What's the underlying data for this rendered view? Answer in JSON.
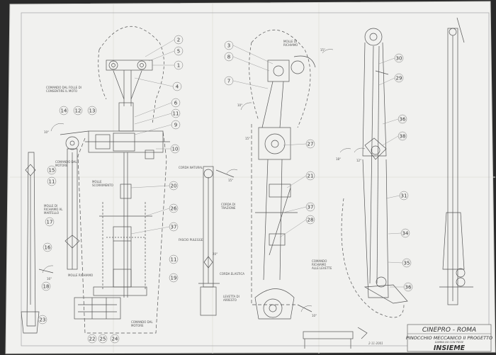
{
  "title_block": {
    "company": "CINEPRO - ROMA",
    "line1": "PINOCCHIO MECCANICO II PROGETTO",
    "line2": "GAMBA DX CON PIEDE",
    "line3": "INSIEME",
    "signature": "2-11-2001"
  },
  "callouts": {
    "c2": "2",
    "c5": "5",
    "c1": "1",
    "c4": "4",
    "c6": "6",
    "c11": "11",
    "c9": "9",
    "c10": "10",
    "c20": "20",
    "c26": "26",
    "c37": "37",
    "c14": "14",
    "c12a": "12",
    "c13": "13",
    "c15": "15",
    "c11b": "11",
    "c17": "17",
    "c16": "16",
    "c18": "18",
    "c23": "23",
    "c22": "22",
    "c25": "25",
    "c24": "24",
    "c11c": "11",
    "c19": "19",
    "c3": "3",
    "c8": "8",
    "c7": "7",
    "c27": "27",
    "c21": "21",
    "c37b": "37",
    "c28": "28",
    "c30": "30",
    "c29": "29",
    "c36": "36",
    "c38": "38",
    "c31": "31",
    "c34": "34",
    "c35": "35",
    "c36b": "36"
  },
  "notes": {
    "n1": "COMANDO DAL FOLLE DI",
    "n2": "CONSENTIRE IL MOTO",
    "n3": "COMANDO DAL",
    "n4": "MOTORE",
    "n5": "MOLLE DI",
    "n6": "RICHIAMO AL",
    "n7": "MARTELLO",
    "n8": "CORDA NATURAL",
    "n9": "FASCIO PULEGGE",
    "n10": "CORDA ELASTICA",
    "n11": "COMANDO DAL",
    "n12": "MOTORE",
    "n13": "MOLLE DI",
    "n14": "RICHIAMO",
    "n15": "MOLLE",
    "n16": "SCORRIMENTO",
    "n17": "CORDA DI",
    "n18": "TRAZIONE",
    "n19": "LEVETTA DI",
    "n20": "ARRESTO",
    "n21": "MOLLE RICHIAMO",
    "n22": "COMANDO",
    "n23": "RICHIAMO",
    "n24": "ALLE LEVETTE"
  },
  "angles": {
    "a1": "10°",
    "a2": "10°",
    "a3": "15°",
    "a4": "18°",
    "a5": "16°",
    "a6": "15°",
    "a7": "12°",
    "a8": "10°",
    "a9": "15°",
    "a10": "20°"
  },
  "colors": {
    "paper": "#f1f1ef",
    "line": "#555555",
    "frame": "#2a2a2a"
  }
}
